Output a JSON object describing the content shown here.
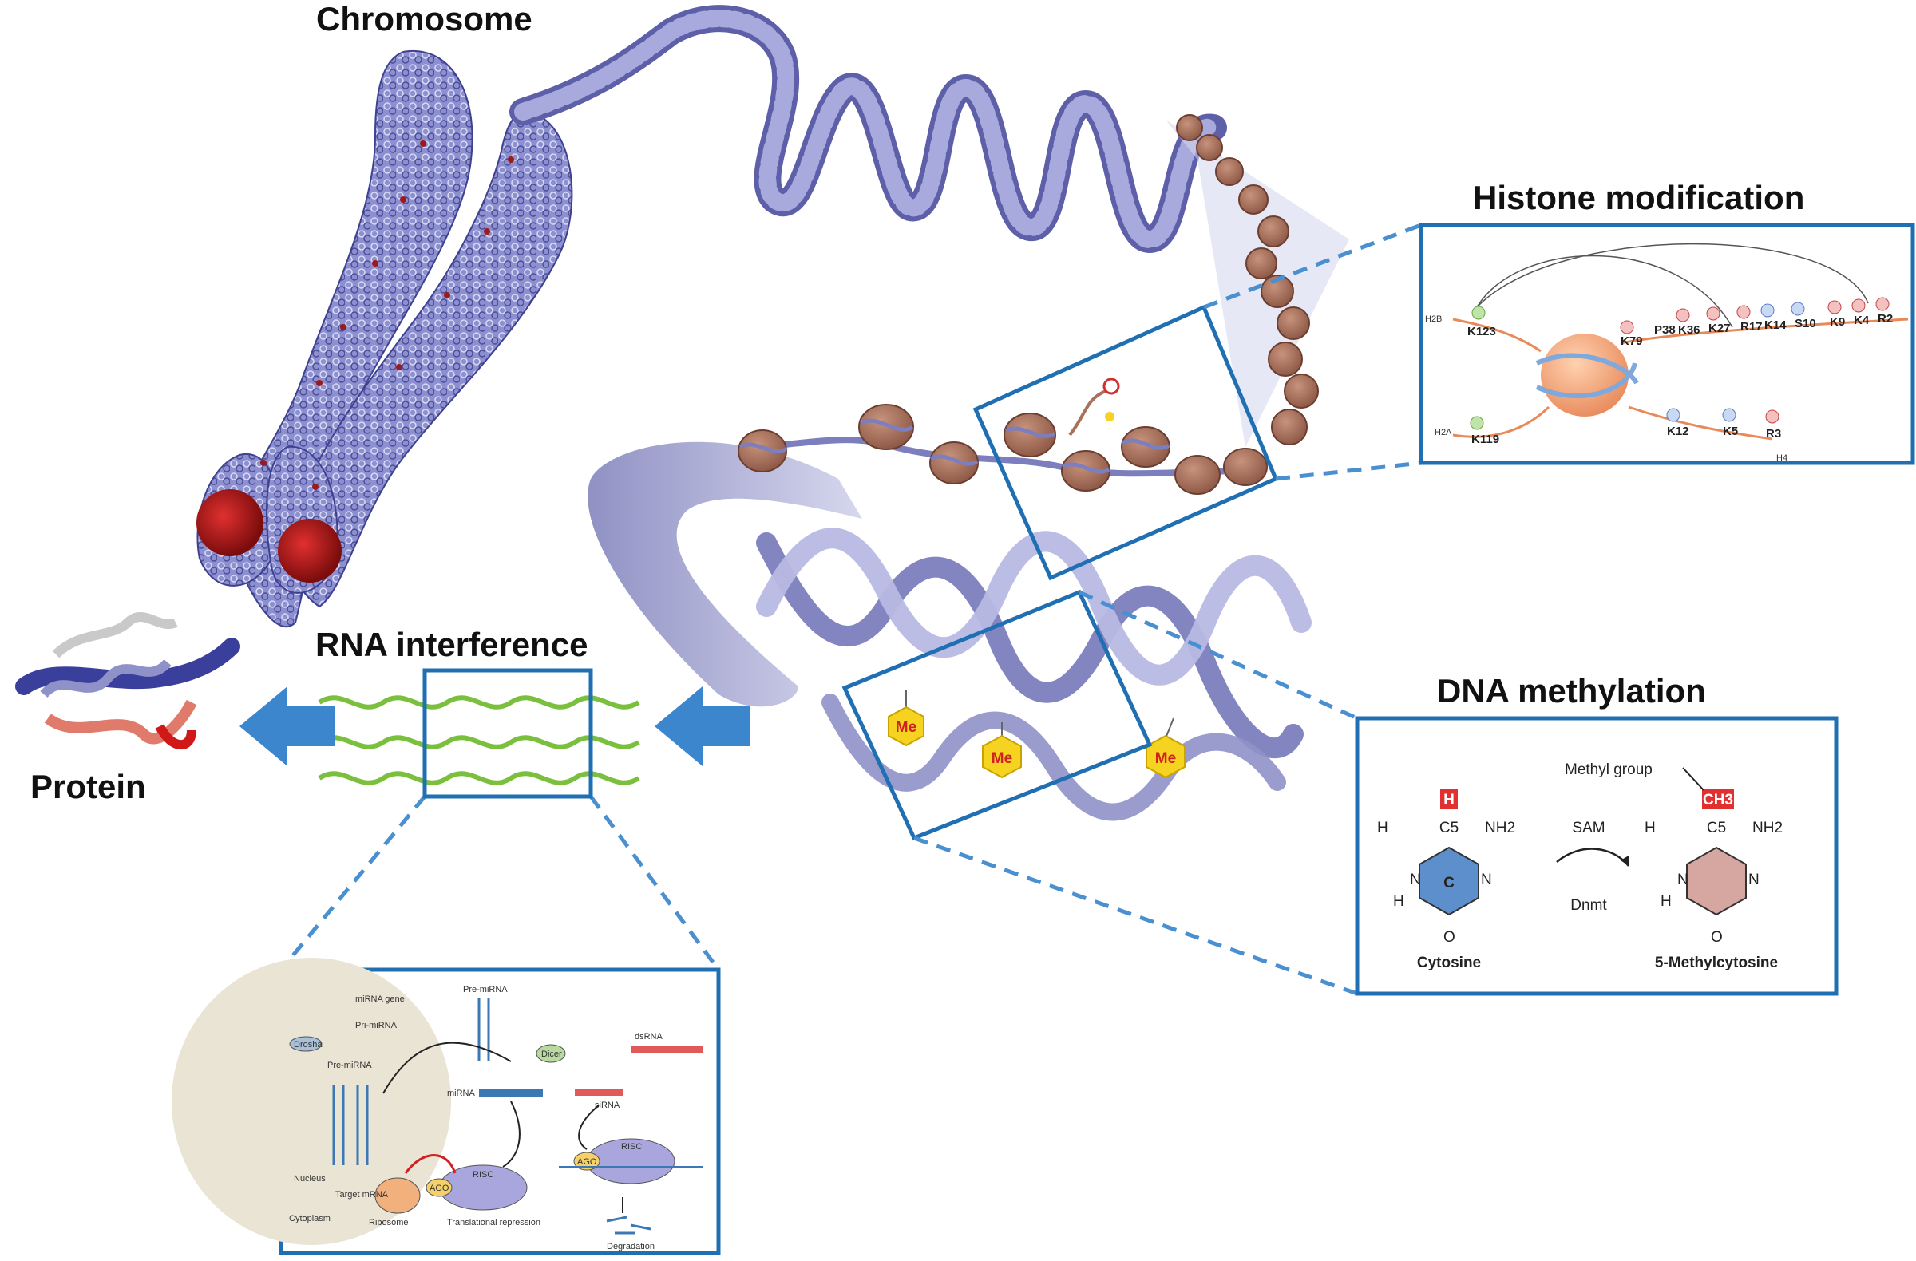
{
  "labels": {
    "chromosome": "Chromosome",
    "histone_modification": "Histone modification",
    "dna_methylation": "DNA methylation",
    "rna_interference": "RNA interference",
    "protein": "Protein"
  },
  "methyl_tag": "Me",
  "histone_panel": {
    "h2b": "H2B",
    "h2a": "H2A",
    "h4": "H4",
    "k123": "K123",
    "k119": "K119",
    "top_sites": [
      "K79",
      "P38",
      "K36",
      "K27",
      "R17",
      "K14",
      "S10",
      "K9",
      "K4",
      "R2"
    ],
    "bottom_sites": [
      "K12",
      "K5",
      "R3"
    ]
  },
  "methylation_panel": {
    "methyl_group": "Methyl group",
    "ch3": "CH3",
    "h_top": "H",
    "c_ring": "C",
    "c5": "C5",
    "nh2": "NH2",
    "h": "H",
    "n": "N",
    "o": "O",
    "sam": "SAM",
    "dnmt": "Dnmt",
    "cytosine": "Cytosine",
    "methylcytosine": "5-Methylcytosine"
  },
  "rnai_panel": {
    "mirna_gene": "miRNA gene",
    "pri_mirna": "Pri-miRNA",
    "drosha": "Drosha",
    "pre_mirna_nuc": "Pre-miRNA",
    "pre_mirna": "Pre-miRNA",
    "mirna": "miRNA",
    "dicer": "Dicer",
    "dsrna": "dsRNA",
    "sirna": "siRNA",
    "nucleus": "Nucleus",
    "cytoplasm": "Cytoplasm",
    "target_mrna": "Target mRNA",
    "ribosome": "Ribosome",
    "ago": "AGO",
    "risc": "RISC",
    "translational_repression": "Translational repression",
    "degradation": "Degradation"
  },
  "colors": {
    "frame_blue": "#1f6fb2",
    "dash_blue": "#4a90d0",
    "dna_lavender": "#8f91c9",
    "nucleosome": "#a9705a",
    "centromere": "#b01818",
    "rna_green": "#7bbf3e",
    "arrow_blue": "#3b86cc",
    "me_yellow": "#f5d320"
  }
}
